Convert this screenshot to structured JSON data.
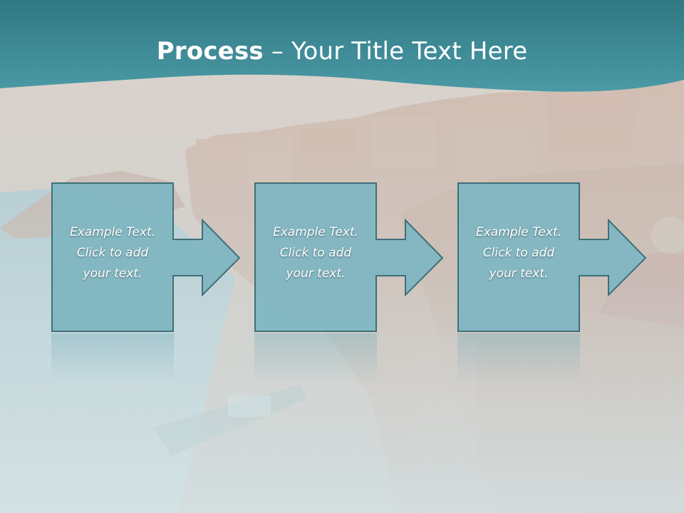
{
  "slide": {
    "title_bold": "Process",
    "title_rest": " – Your Title Text Here"
  },
  "steps": [
    {
      "text": "Example Text.\nClick  to add\nyour text."
    },
    {
      "text": "Example Text.\nClick  to add\nyour text."
    },
    {
      "text": "Example Text.\nClick  to add\nyour text."
    }
  ],
  "colors": {
    "title_band": "#3d8e99",
    "box_fill": "#7fb6c2",
    "box_border": "#3f6f78"
  }
}
